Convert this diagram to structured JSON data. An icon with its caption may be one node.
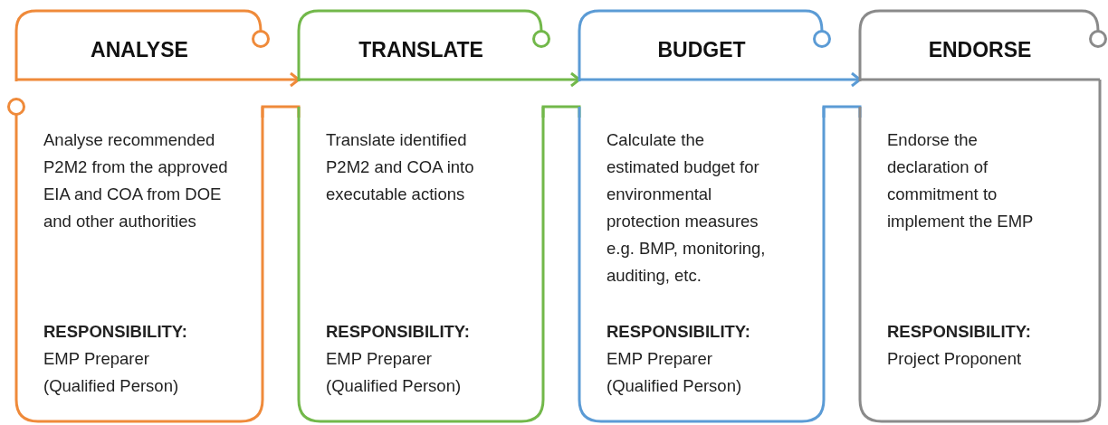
{
  "diagram": {
    "nodes": [
      {
        "text": [
          "ANALYSE"
        ]
      },
      {
        "text": [
          "TRANSLATE"
        ]
      },
      {
        "text": [
          "BUDGET"
        ]
      },
      {
        "text": [
          "ENDORSE"
        ]
      },
      {
        "text": [
          "Analyse recommended P2M2 from the approved EIA and COA from DOE and other authorities",
          "RESPONSIBILITY:",
          "EMP Preparer (Qualified Person)"
        ]
      },
      {
        "text": [
          "Translate identified P2M2 and COA into executable actions",
          "RESPONSIBILITY:",
          "EMP Preparer (Qualified Person)"
        ]
      },
      {
        "text": [
          "Calculate the estimated budget for environmental protection measures e.g. BMP, monitoring, auditing, etc.",
          "RESPONSIBILITY:",
          "EMP Preparer (Qualified Person)"
        ]
      },
      {
        "text": [
          "Endorse the declaration of commitment to implement the EMP",
          "RESPONSIBILITY:",
          "Project Proponent"
        ]
      }
    ],
    "edges": [
      {
        "from": 0,
        "to": 1,
        "arrow": "to",
        "color": "#ef8a3a"
      },
      {
        "from": 1,
        "to": 2,
        "arrow": "to",
        "color": "#72b84a"
      },
      {
        "from": 2,
        "to": 3,
        "arrow": "to",
        "color": "#5b9bd5"
      },
      {
        "from": 4,
        "to": 5,
        "arrow": "none",
        "color": "#ef8a3a"
      },
      {
        "from": 5,
        "to": 6,
        "arrow": "none",
        "color": "#72b84a"
      },
      {
        "from": 6,
        "to": 7,
        "arrow": "none",
        "color": "#5b9bd5"
      }
    ]
  }
}
